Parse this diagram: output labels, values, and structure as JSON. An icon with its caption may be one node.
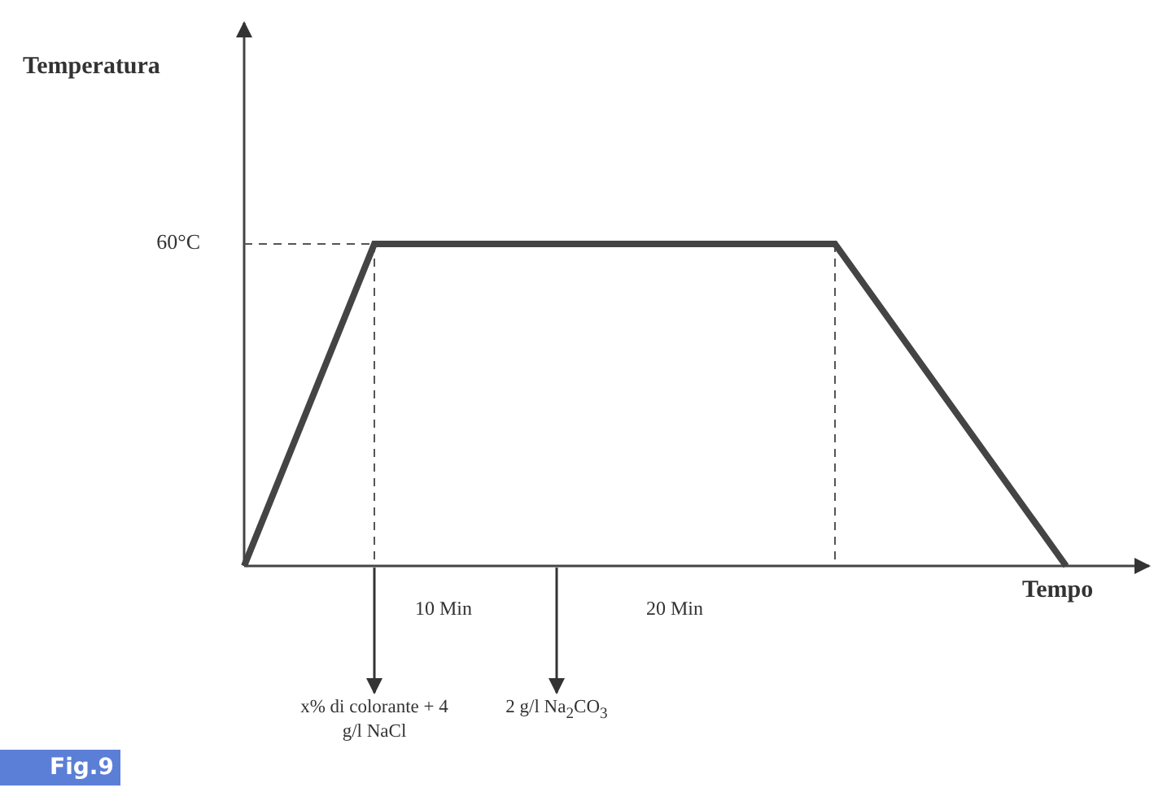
{
  "diagram": {
    "caption": "Fig.9",
    "nodes": [
      {
        "text": [
          "x% di colorante + 4 g/l NaCl"
        ]
      },
      {
        "text": [
          "2 g/l Na$_{2}$CO$_{3}$"
        ]
      }
    ],
    "edges": [
      {
        "from": null,
        "to": 0,
        "arrow": "to"
      },
      {
        "from": null,
        "to": 1,
        "arrow": "to"
      }
    ],
    "labels": [
      "Temperatura",
      "60°C",
      "10 Min",
      "20 Min",
      "Tempo"
    ]
  }
}
